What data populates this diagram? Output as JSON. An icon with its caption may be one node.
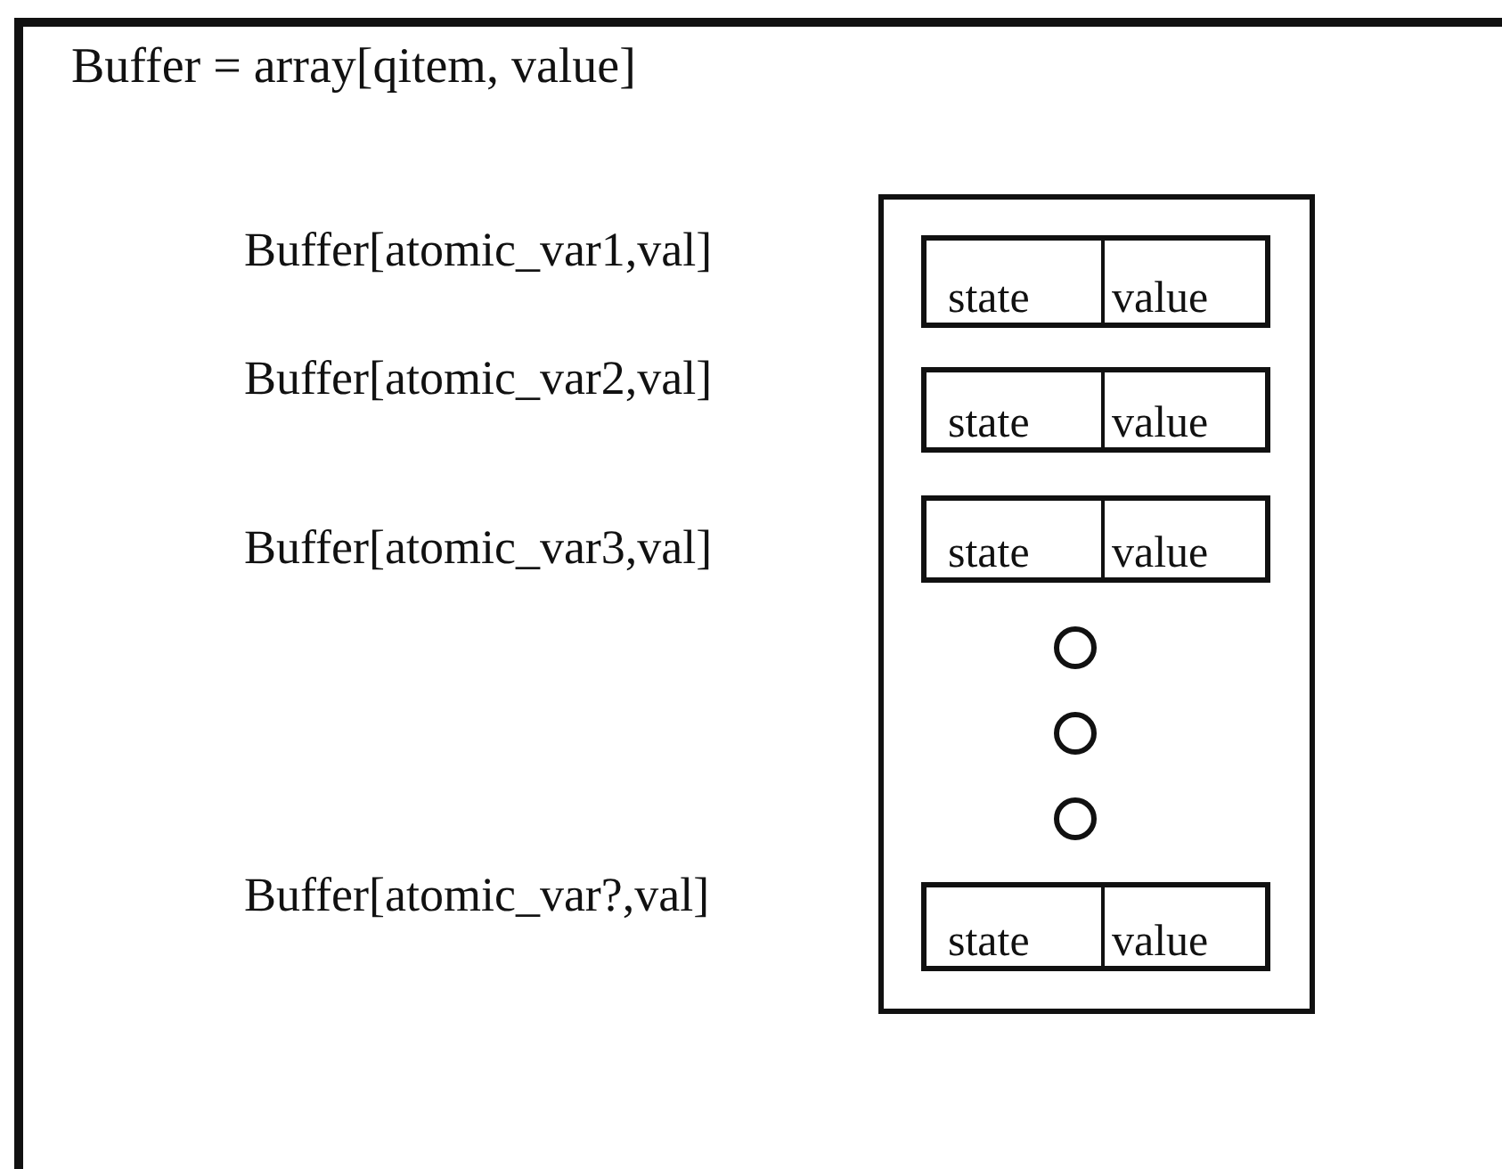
{
  "diagram": {
    "nodes": [
      {
        "text": [
          "Buffer = array[qitem, value]"
        ]
      },
      {
        "text": [],
        "shape": "box",
        "in": 0
      },
      {
        "text": [
          "state",
          "value"
        ],
        "in": 1
      },
      {
        "text": [
          "state",
          "value"
        ],
        "in": 1
      },
      {
        "text": [
          "state",
          "value"
        ],
        "in": 1
      },
      {
        "text": [],
        "shape": "circle",
        "in": 1
      },
      {
        "text": [],
        "shape": "circle",
        "in": 1
      },
      {
        "text": [],
        "shape": "circle",
        "in": 1
      },
      {
        "text": [
          "state",
          "value"
        ],
        "in": 1
      }
    ],
    "edges": [],
    "labels": [
      "Buffer[atomic_var1,val]",
      "Buffer[atomic_var2,val]",
      "Buffer[atomic_var3,val]",
      "Buffer[atomic_var?,val]"
    ]
  }
}
